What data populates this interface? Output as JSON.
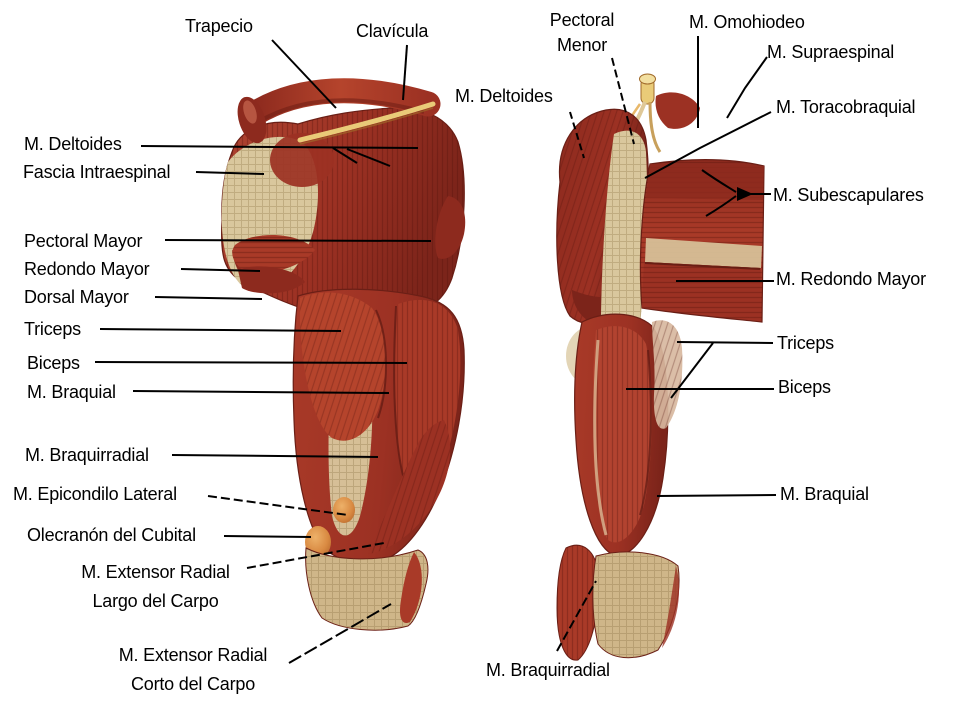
{
  "diagram": {
    "language": "es",
    "views": 2,
    "background": "#ffffff",
    "line_color": "#000000",
    "palette": {
      "muscle_red": "#a93a28",
      "muscle_red_bright": "#b5442c",
      "muscle_red_dark": "#7c241a",
      "muscle_shadow": "#5e1a12",
      "fascia_cream": "#d9c79d",
      "tendon_tan": "#cfb689",
      "bone_yellow": "#e9cb78",
      "epicondyle_orange": "#d98a42"
    }
  },
  "labels": {
    "trapecio": "Trapecio",
    "clavicula": "Clavícula",
    "deltoides_left": "M. Deltoides",
    "fascia_intraespinal": "Fascia Intraespinal",
    "pectoral_mayor": "Pectoral Mayor",
    "redondo_mayor": "Redondo Mayor",
    "dorsal_mayor": "Dorsal Mayor",
    "triceps_left": "Triceps",
    "biceps_left": "Biceps",
    "braquial_left": "M. Braquial",
    "braquirradial_left": "M. Braquirradial",
    "epicondilo_lateral": "M. Epicondilo Lateral",
    "olecranon_cubital": "Olecranón del Cubital",
    "extensor_radial_largo": "M. Extensor Radial\nLargo del Carpo",
    "extensor_radial_corto": "M. Extensor Radial\nCorto del Carpo",
    "pectoral_menor": "Pectoral\nMenor",
    "omohiodeo": "M. Omohiodeo",
    "supraespinal": "M. Supraespinal",
    "toracobraquial": "M. Toracobraquial",
    "deltoides_right": "M. Deltoides",
    "subescapulares": "M. Subescapulares",
    "redondo_mayor_right": "M. Redondo Mayor",
    "triceps_right": "Triceps",
    "biceps_right": "Biceps",
    "braquial_right": "M. Braquial",
    "braquirradial_right": "M. Braquirradial"
  }
}
